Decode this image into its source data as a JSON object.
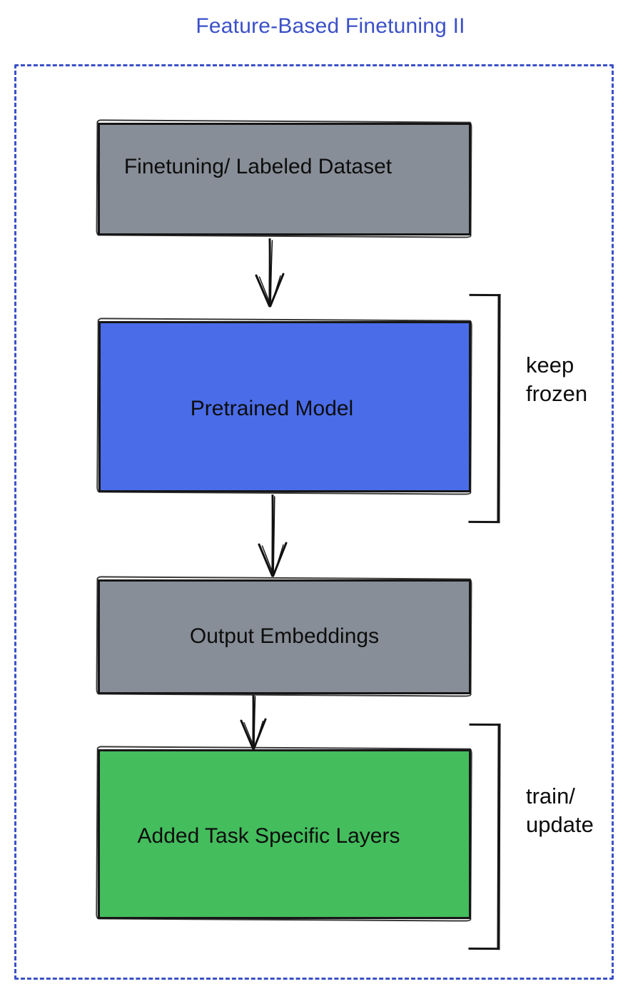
{
  "title": "Feature-Based Finetuning II",
  "colors": {
    "accent": "#3b50c8",
    "gray": "#878e97",
    "blue": "#4a6ce8",
    "green": "#44bd5d",
    "stroke": "#161616",
    "text": "#0d0d0d"
  },
  "nodes": [
    {
      "label": "Finetuning/ Labeled Dataset",
      "color": "gray"
    },
    {
      "label": "Pretrained Model",
      "color": "blue"
    },
    {
      "label": "Output Embeddings",
      "color": "gray"
    },
    {
      "label": "Added Task Specific Layers",
      "color": "green"
    }
  ],
  "annotations": [
    {
      "lines": [
        "keep",
        "frozen"
      ],
      "attached_to": "Pretrained Model"
    },
    {
      "lines": [
        "train/",
        "update"
      ],
      "attached_to": "Added Task Specific Layers"
    }
  ]
}
